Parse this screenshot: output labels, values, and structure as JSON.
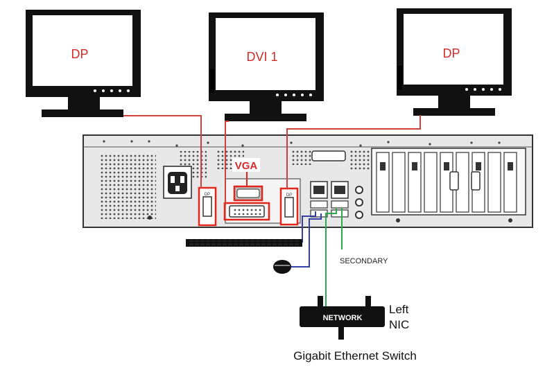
{
  "monitors": [
    {
      "label": "DP"
    },
    {
      "label": "DVI 1"
    },
    {
      "label": "DP"
    }
  ],
  "pc_ports": {
    "vga_label": "VGA",
    "dp_port_text": "DP"
  },
  "network": {
    "secondary_label": "SECONDARY",
    "switch_label": "NETWORK",
    "left_nic_line1": "Left",
    "left_nic_line2": "NIC",
    "caption": "Gigabit Ethernet Switch"
  },
  "colors": {
    "video_cable": "#d0413b",
    "highlight_box": "#e1251b",
    "nic_cable": "#2fa84f",
    "usb_cable": "#3340a8",
    "label_red": "#d42a2a",
    "device_black": "#111111",
    "chassis_gray": "#e8e8e8"
  },
  "icons": [
    "monitor-icon",
    "keyboard-icon",
    "mouse-icon",
    "network-switch-icon"
  ]
}
